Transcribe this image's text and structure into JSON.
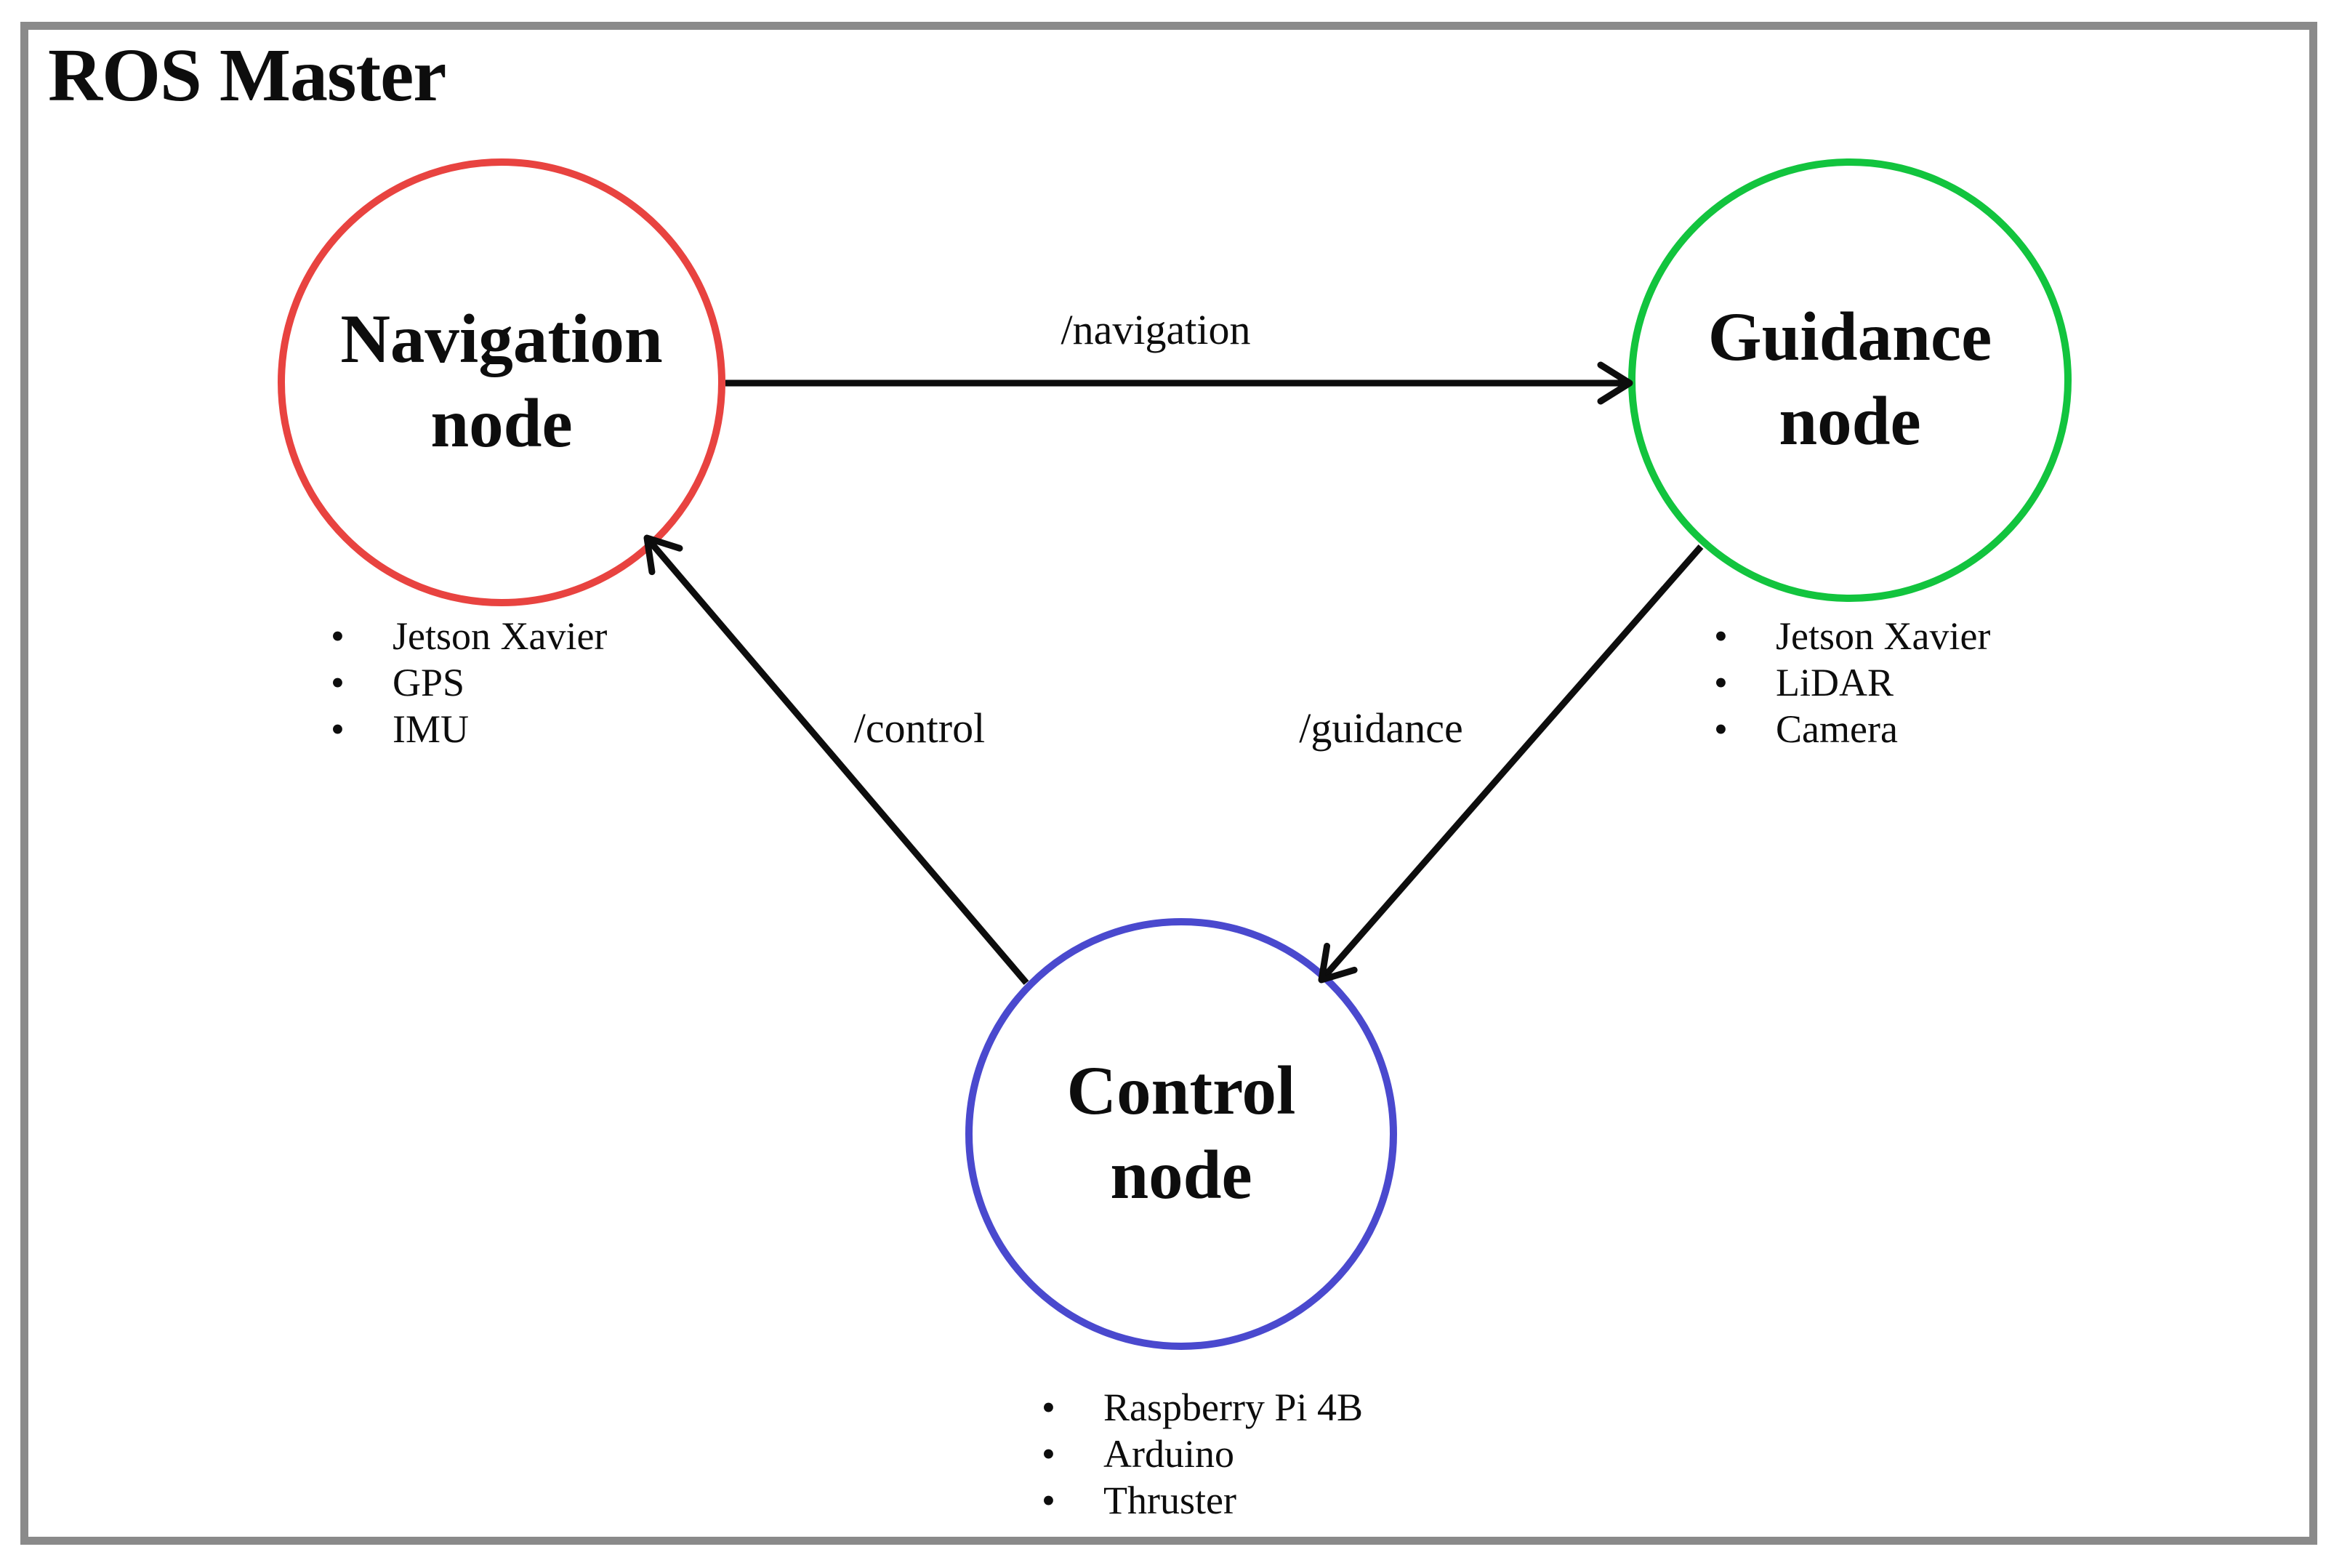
{
  "title": "ROS Master",
  "ui": {
    "bullet_glyph": "•"
  },
  "colors": {
    "border": "#8a8a8a",
    "navigation": "#e84340",
    "guidance": "#12c43e",
    "control": "#4a49ce",
    "arrow": "#0d0d0d"
  },
  "nodes": [
    {
      "id": "navigation",
      "label_line1": "Navigation",
      "label_line2": "node",
      "color": "#e84340",
      "items": [
        "Jetson Xavier",
        "GPS",
        "IMU"
      ]
    },
    {
      "id": "guidance",
      "label_line1": "Guidance",
      "label_line2": "node",
      "color": "#12c43e",
      "items": [
        "Jetson Xavier",
        "LiDAR",
        "Camera"
      ]
    },
    {
      "id": "control",
      "label_line1": "Control",
      "label_line2": "node",
      "color": "#4a49ce",
      "items": [
        "Raspberry Pi 4B",
        "Arduino",
        "Thruster"
      ]
    }
  ],
  "topics": [
    {
      "label": "/navigation",
      "from": "navigation",
      "to": "guidance"
    },
    {
      "label": "/guidance",
      "from": "guidance",
      "to": "control"
    },
    {
      "label": "/control",
      "from": "control",
      "to": "navigation"
    }
  ]
}
